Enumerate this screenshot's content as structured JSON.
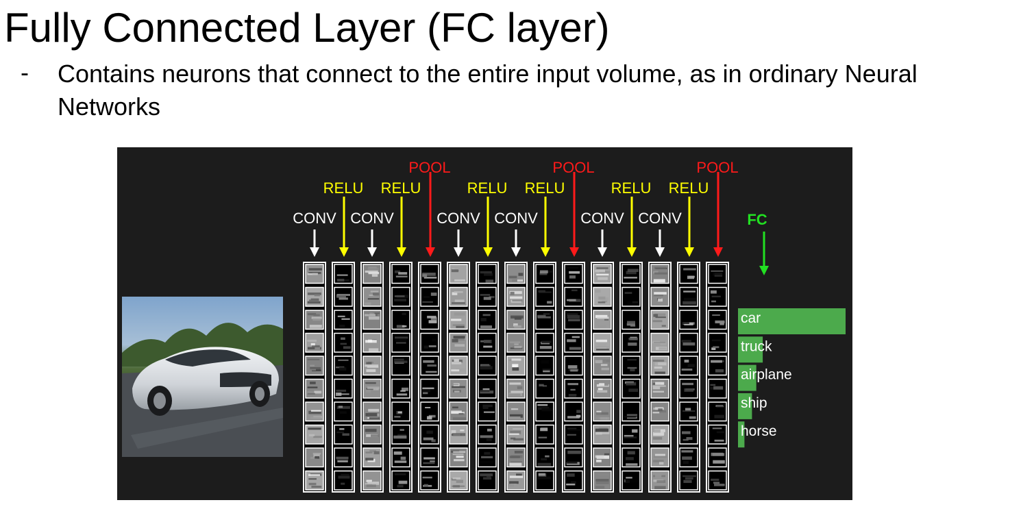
{
  "slide": {
    "title": "Fully Connected Layer (FC layer)",
    "bullet_marker": "-",
    "bullet_text": "Contains neurons that connect to the entire input volume, as in ordinary Neural Networks"
  },
  "diagram": {
    "colors": {
      "conv": "#ffffff",
      "relu": "#ffff00",
      "pool": "#ff1a1a",
      "fc": "#22e022",
      "bars": "#4caa4c"
    },
    "layers": [
      {
        "type": "CONV",
        "label": "CONV",
        "style": "light"
      },
      {
        "type": "RELU",
        "label": "RELU",
        "style": "dark"
      },
      {
        "type": "CONV",
        "label": "CONV",
        "style": "light"
      },
      {
        "type": "RELU",
        "label": "RELU",
        "style": "dark"
      },
      {
        "type": "POOL",
        "label": "POOL",
        "style": "dark"
      },
      {
        "type": "CONV",
        "label": "CONV",
        "style": "light"
      },
      {
        "type": "RELU",
        "label": "RELU",
        "style": "dark"
      },
      {
        "type": "CONV",
        "label": "CONV",
        "style": "light"
      },
      {
        "type": "RELU",
        "label": "RELU",
        "style": "dark"
      },
      {
        "type": "POOL",
        "label": "POOL",
        "style": "dark"
      },
      {
        "type": "CONV",
        "label": "CONV",
        "style": "light"
      },
      {
        "type": "RELU",
        "label": "RELU",
        "style": "dark"
      },
      {
        "type": "CONV",
        "label": "CONV",
        "style": "light"
      },
      {
        "type": "RELU",
        "label": "RELU",
        "style": "dark"
      },
      {
        "type": "POOL",
        "label": "POOL",
        "style": "dark"
      }
    ],
    "fc_label": "FC",
    "class_scores": [
      {
        "label": "car",
        "value": 1.0
      },
      {
        "label": "truck",
        "value": 0.23
      },
      {
        "label": "airplane",
        "value": 0.17
      },
      {
        "label": "ship",
        "value": 0.13
      },
      {
        "label": "horse",
        "value": 0.06
      }
    ],
    "input_image": "photo-of-white-car"
  }
}
